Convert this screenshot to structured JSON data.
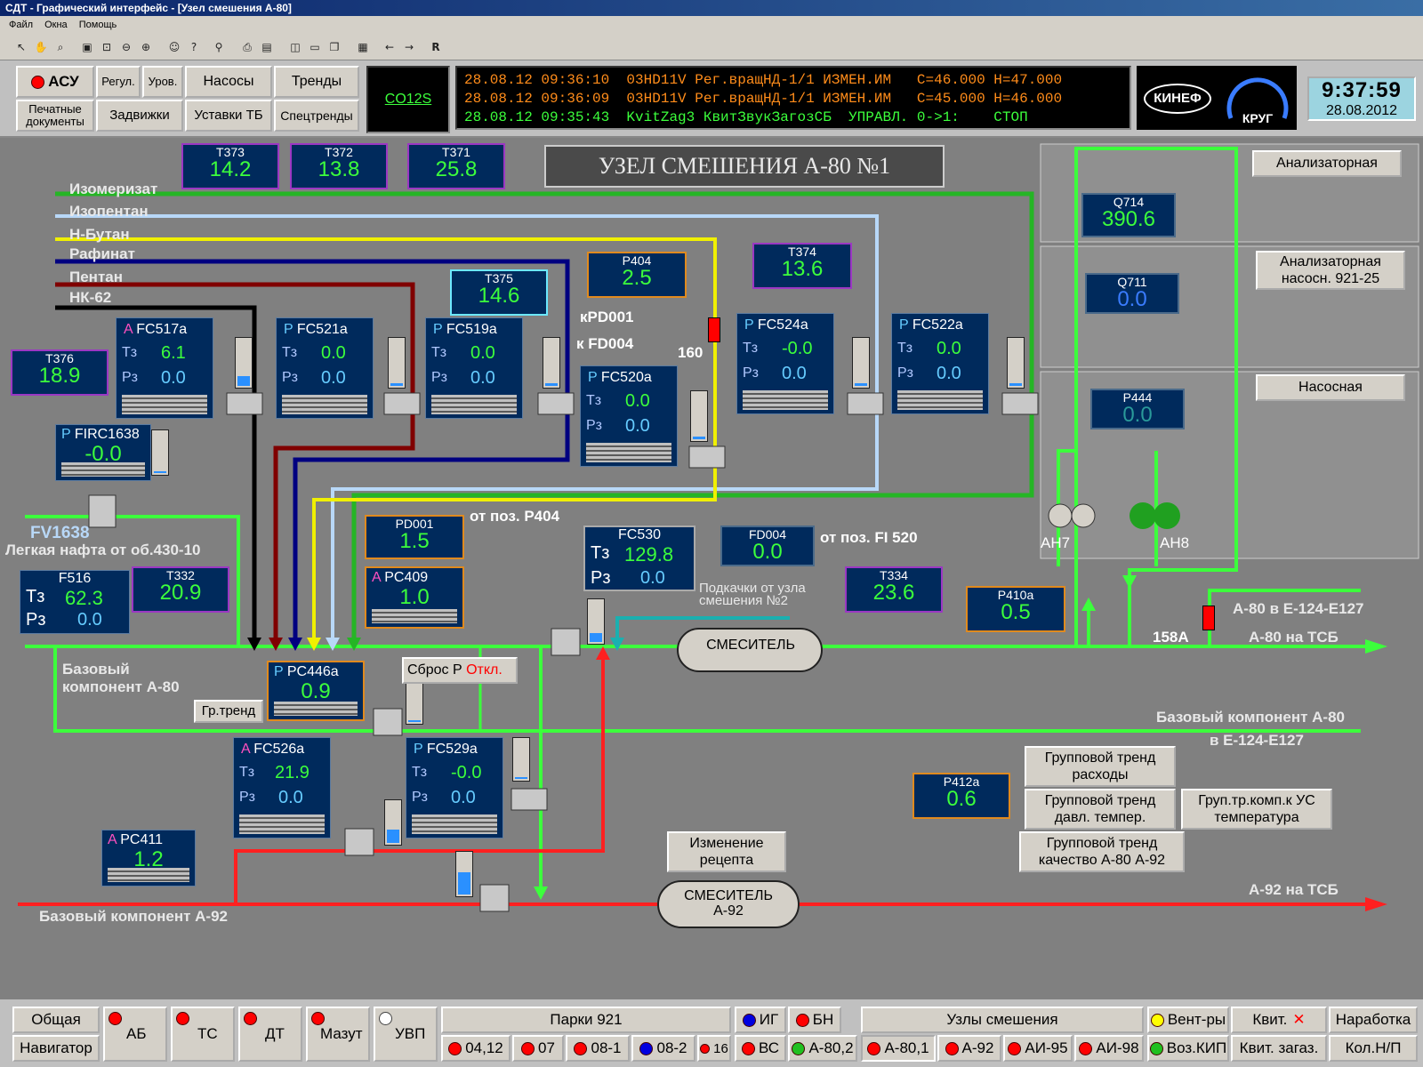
{
  "window": {
    "title": "СДТ - Графический интерфейс - [Узел смешения А-80]"
  },
  "menu": [
    "Файл",
    "Окна",
    "Помощь"
  ],
  "header": {
    "buttons": [
      "АСУ",
      "Регул.",
      "Уров.",
      "Насосы",
      "Тренды",
      "Печатные документы",
      "Задвижки",
      "Уставки ТБ",
      "Спецтренды"
    ],
    "code": "CO12S",
    "messages": [
      "28.08.12 09:36:10  03HD11V Рег.вращНД-1/1 ИЗМЕН.ИМ   С=46.000 Н=47.000",
      "28.08.12 09:36:09  03HD11V Рег.вращНД-1/1 ИЗМЕН.ИМ   С=45.000 Н=46.000",
      "28.08.12 09:35:43  KvitZag3 КвитЗвукЗагозСБ  УПРАВЛ. 0->1:    СТОП"
    ],
    "logo1": "КИНЕФ",
    "logo2": "КРУГ",
    "time": "9:37:59",
    "date": "28.08.2012"
  },
  "scheme": {
    "title": "УЗЕЛ СМЕШЕНИЯ А-80 №1",
    "inputs": [
      "Изомеризат",
      "Изопентан",
      "Н-Бутан",
      "Рафинат",
      "Пентан",
      "НК-62"
    ],
    "rooms": [
      "Анализаторная",
      "Анализаторная насосн. 921-25",
      "Насосная"
    ],
    "indicators": {
      "T373": {
        "name": "T373",
        "value": "14.2"
      },
      "T372": {
        "name": "T372",
        "value": "13.8"
      },
      "T371": {
        "name": "T371",
        "value": "25.8"
      },
      "T374": {
        "name": "T374",
        "value": "13.6"
      },
      "T375": {
        "name": "T375",
        "value": "14.6"
      },
      "T376": {
        "name": "T376",
        "value": "18.9"
      },
      "P404": {
        "name": "P404",
        "value": "2.5"
      },
      "Q714": {
        "name": "Q714",
        "value": "390.6"
      },
      "Q711": {
        "name": "Q711",
        "value": "0.0"
      },
      "P444": {
        "name": "P444",
        "value": "0.0"
      },
      "PD001": {
        "name": "PD001",
        "value": "1.5"
      },
      "FD004": {
        "name": "FD004",
        "value": "0.0"
      },
      "T332": {
        "name": "T332",
        "value": "20.9"
      },
      "T334": {
        "name": "T334",
        "value": "23.6"
      },
      "P410a": {
        "name": "P410a",
        "value": "0.5"
      },
      "P412a": {
        "name": "P412a",
        "value": "0.6"
      }
    },
    "controllers": {
      "FC517a": {
        "mode": "A",
        "name": "FC517a",
        "t": "6.1",
        "r": "0.0"
      },
      "FC521a": {
        "mode": "P",
        "name": "FC521a",
        "t": "0.0",
        "r": "0.0"
      },
      "FC519a": {
        "mode": "P",
        "name": "FC519a",
        "t": "0.0",
        "r": "0.0"
      },
      "FC520a": {
        "mode": "P",
        "name": "FC520a",
        "t": "0.0",
        "r": "0.0"
      },
      "FC524a": {
        "mode": "P",
        "name": "FC524a",
        "t": "-0.0",
        "r": "0.0"
      },
      "FC522a": {
        "mode": "P",
        "name": "FC522a",
        "t": "0.0",
        "r": "0.0"
      },
      "FIRC1638": {
        "mode": "P",
        "name": "FIRC1638",
        "value": "-0.0"
      },
      "F516": {
        "name": "F516",
        "t": "62.3",
        "r": "0.0"
      },
      "PC409": {
        "mode": "A",
        "name": "PC409",
        "value": "1.0"
      },
      "FC530": {
        "name": "FC530",
        "t": "129.8",
        "r": "0.0"
      },
      "PC446a": {
        "mode": "P",
        "name": "PC446a",
        "value": "0.9"
      },
      "FC526a": {
        "mode": "A",
        "name": "FC526a",
        "t": "21.9",
        "r": "0.0"
      },
      "FC529a": {
        "mode": "P",
        "name": "FC529a",
        "t": "-0.0",
        "r": "0.0"
      },
      "PC411": {
        "mode": "A",
        "name": "PC411",
        "value": "1.2"
      }
    },
    "labels": {
      "tz": "Тз",
      "rz": "Рз",
      "kpd001": "кPD001",
      "kfd004": "к FD004",
      "v160": "160",
      "v158a": "158A",
      "fv1638": "FV1638",
      "light_naphtha": "Легкая нафта от об.430-10",
      "from_p404": "от поз. P404",
      "from_fi520": "от поз. FI 520",
      "pump_from2": "Подкачки от узла смешения №2",
      "base_a80": "Базовый компонент А-80",
      "base_a92": "Базовый компонент А-92",
      "a80_e124": "А-80 в Е-124-Е127",
      "a80_tsb": "А-80 на ТСБ",
      "base_a80_right": "Базовый компонент А-80",
      "base_a80_right2": "в Е-124-Е127",
      "a92_tsb": "А-92 на ТСБ",
      "mixer1": "СМЕСИТЕЛЬ",
      "mixer2": "СМЕСИТЕЛЬ А-92",
      "an7": "АН7",
      "an8": "АН8",
      "reset": "Сброс Р",
      "reset_state": "Откл.",
      "grtrend": "Гр.тренд"
    },
    "buttons": {
      "trend_flow": "Групповой тренд расходы",
      "trend_pressure": "Групповой тренд давл. темпер.",
      "trend_comp": "Груп.тр.комп.к УС температура",
      "trend_quality": "Групповой тренд качество А-80 А-92",
      "recipe": "Изменение рецепта"
    }
  },
  "bottom": {
    "general": "Общая",
    "navigator": "Навигатор",
    "ab": "АБ",
    "ts": "ТС",
    "dt": "ДТ",
    "mazut": "Мазут",
    "uvp": "УВП",
    "parks": "Парки 921",
    "park_items": [
      "04,12",
      "07",
      "08-1",
      "08-2",
      "16"
    ],
    "ig": "ИГ",
    "bn": "БН",
    "vs": "ВС",
    "a802": "А-80,2",
    "nodes": "Узлы смешения",
    "node_items": [
      "А-80,1",
      "А-92",
      "АИ-95",
      "АИ-98"
    ],
    "vent": "Вент-ры",
    "kvit": "Квит.",
    "runtime": "Наработка",
    "voz": "Воз.КИП",
    "kvit_zag": "Квит. загаз.",
    "kol": "Кол.Н/П"
  }
}
